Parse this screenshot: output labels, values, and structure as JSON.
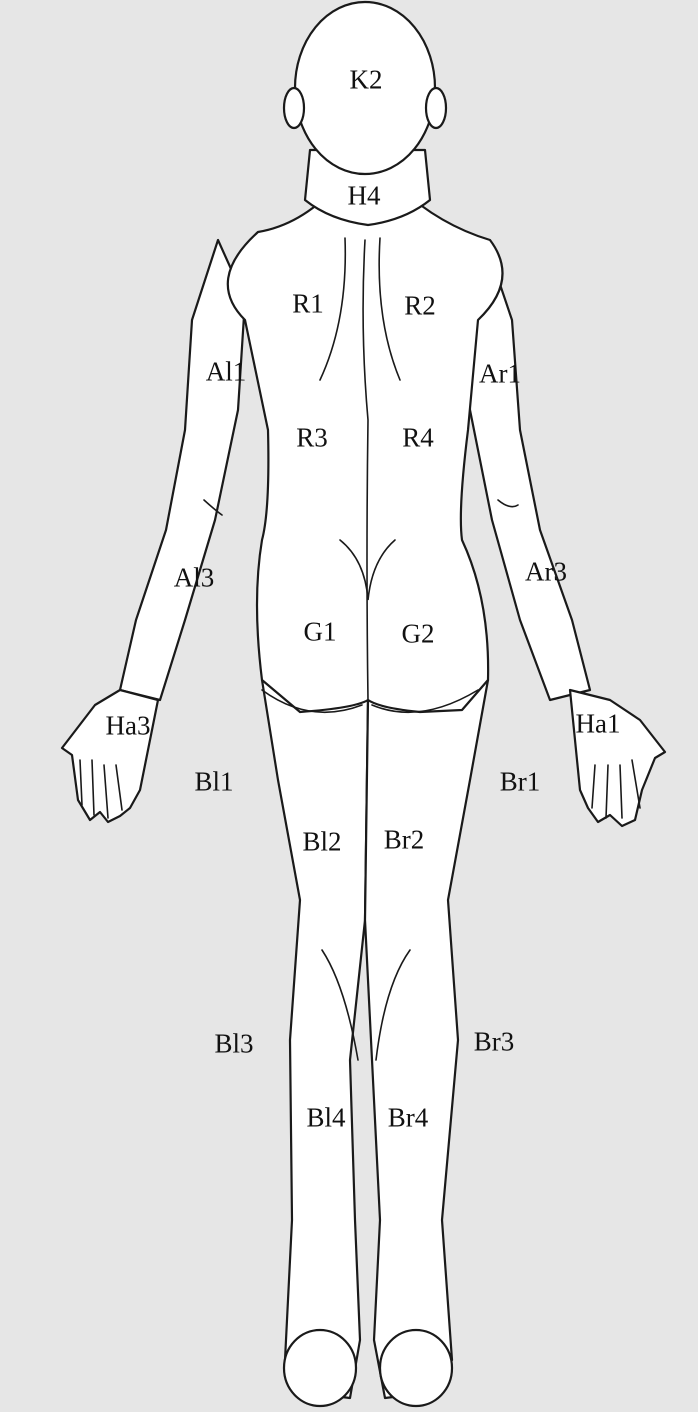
{
  "colors": {
    "background": "#e6e6e6",
    "body_fill": "#ffffff",
    "outline": "#1a1a1a"
  },
  "regions": {
    "head": "K2",
    "neck": "H4",
    "upper_back_left": "R1",
    "upper_back_right": "R2",
    "lower_back_left": "R3",
    "lower_back_right": "R4",
    "upper_arm_left": "Al1",
    "upper_arm_right": "Ar1",
    "forearm_left": "Al3",
    "forearm_right": "Ar3",
    "buttock_left": "G1",
    "buttock_right": "G2",
    "hand_left": "Ha3",
    "hand_right": "Ha1",
    "thigh_outer_left": "Bl1",
    "thigh_outer_right": "Br1",
    "thigh_inner_left": "Bl2",
    "thigh_inner_right": "Br2",
    "calf_outer_left": "Bl3",
    "calf_outer_right": "Br3",
    "calf_inner_left": "Bl4",
    "calf_inner_right": "Br4"
  }
}
